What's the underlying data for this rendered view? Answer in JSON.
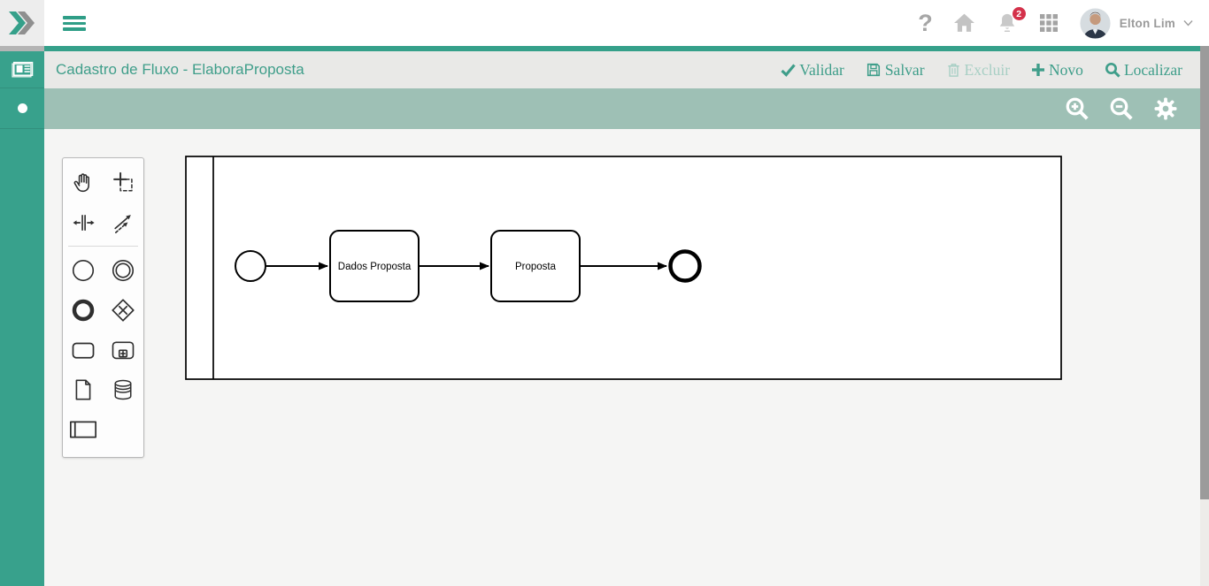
{
  "colors": {
    "accent_teal": "#35a08a",
    "sidebar_teal": "#38a18c",
    "toolbar_sage": "#9ec0b5",
    "title_text_teal": "#3f9e8a",
    "badge_red": "#d4314a",
    "disabled_action": "#a7cfc4",
    "topbar_icon_gray": "#c3c3c3"
  },
  "topbar": {
    "help_glyph": "?",
    "notification_count": "2",
    "user": {
      "name": "Elton Lim"
    }
  },
  "title_bar": {
    "title": "Cadastro de Fluxo - ElaboraProposta",
    "actions": [
      {
        "label": "Validar",
        "icon": "check-icon",
        "enabled": true
      },
      {
        "label": "Salvar",
        "icon": "save-icon",
        "enabled": true
      },
      {
        "label": "Excluir",
        "icon": "trash-icon",
        "enabled": false
      },
      {
        "label": "Novo",
        "icon": "plus-icon",
        "enabled": true
      },
      {
        "label": "Localizar",
        "icon": "search-icon",
        "enabled": true
      }
    ]
  },
  "canvas_toolbar": {
    "icons": [
      "zoom-in",
      "zoom-out",
      "settings-gear"
    ]
  },
  "sidebar": {
    "items": [
      "flow-register-module",
      "active-view-dot"
    ]
  },
  "palette": {
    "tools": [
      "hand-tool",
      "lasso-tool",
      "space-tool",
      "global-connect-tool",
      "create-start-event",
      "create-intermediate-event",
      "create-end-event",
      "create-gateway",
      "create-task",
      "create-subprocess",
      "create-data-object",
      "create-data-store",
      "create-participant"
    ]
  },
  "diagram": {
    "type": "bpmn-flow",
    "pool": {
      "label": ""
    },
    "nodes": [
      {
        "id": "start",
        "type": "start-event",
        "label": ""
      },
      {
        "id": "task1",
        "type": "task",
        "label": "Dados Proposta"
      },
      {
        "id": "task2",
        "type": "task",
        "label": "Proposta"
      },
      {
        "id": "end",
        "type": "end-event",
        "label": ""
      }
    ],
    "flows": [
      [
        "start",
        "task1"
      ],
      [
        "task1",
        "task2"
      ],
      [
        "task2",
        "end"
      ]
    ]
  }
}
